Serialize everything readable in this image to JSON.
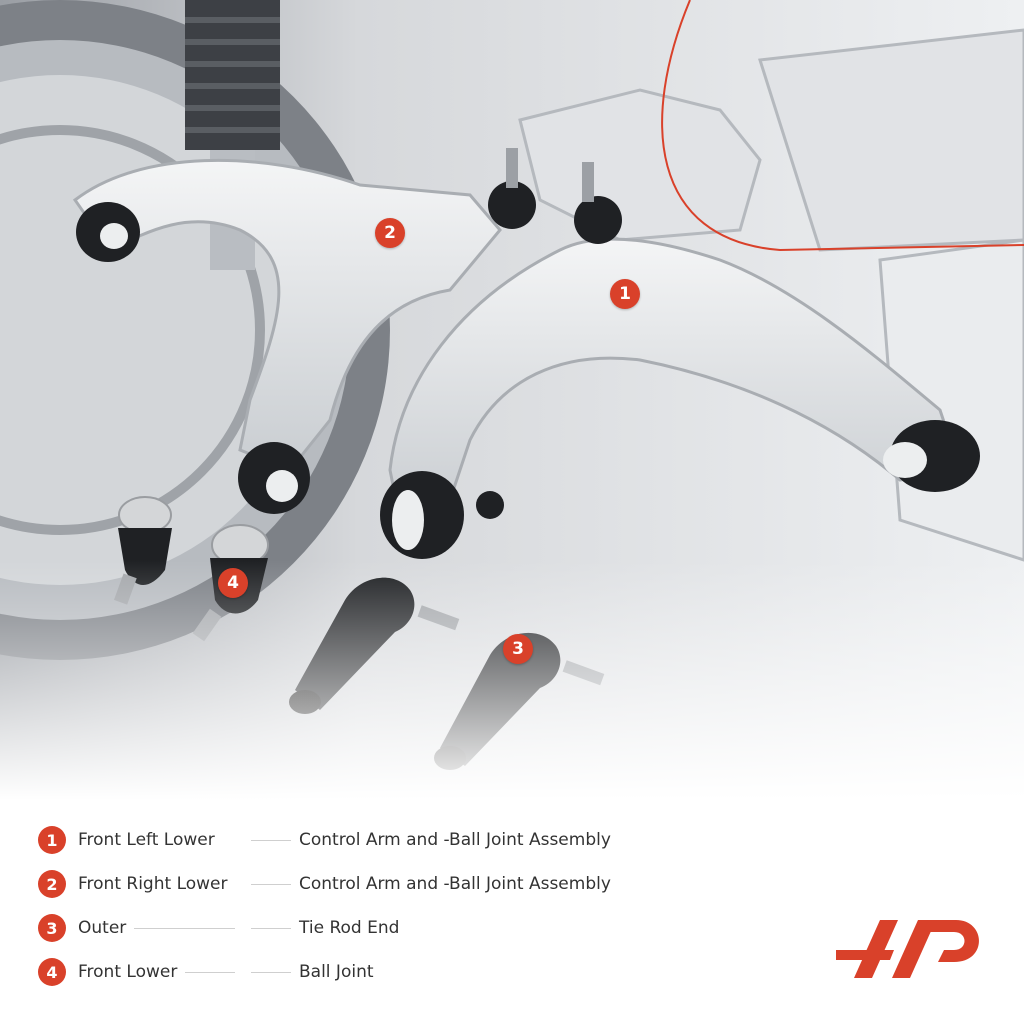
{
  "callouts": [
    "1",
    "2",
    "3",
    "4"
  ],
  "legend": [
    {
      "num": "1",
      "left": "Front Left Lower",
      "right": "Control Arm and -Ball Joint Assembly"
    },
    {
      "num": "2",
      "left": "Front Right Lower",
      "right": "Control Arm and -Ball Joint Assembly"
    },
    {
      "num": "3",
      "left": "Outer",
      "right": "Tie Rod End"
    },
    {
      "num": "4",
      "left": "Front Lower",
      "right": "Ball Joint"
    }
  ],
  "colors": {
    "accent": "#d9412a",
    "text": "#333333",
    "rule": "#cfcfcf"
  }
}
